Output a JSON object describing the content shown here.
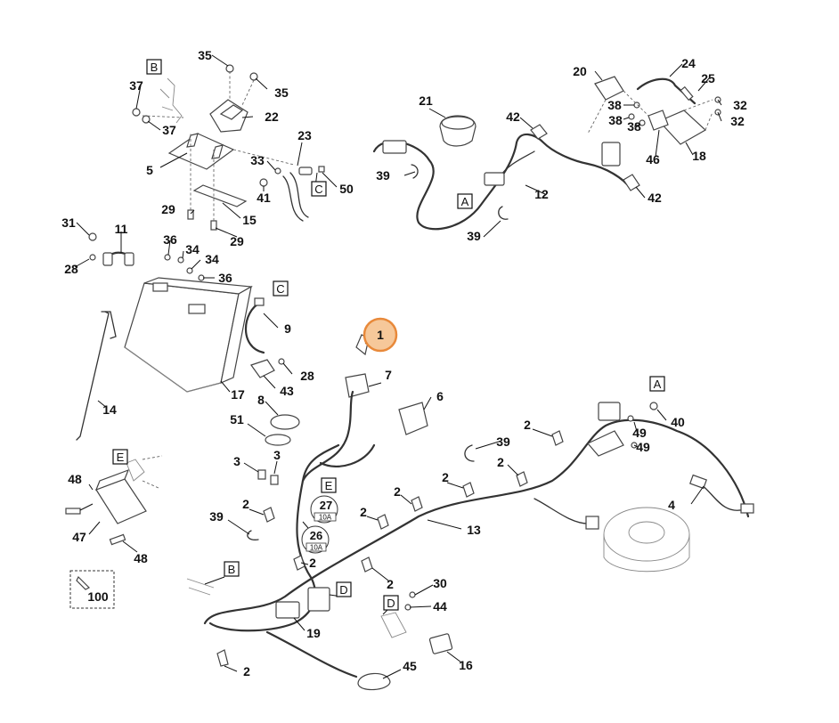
{
  "callouts": {
    "n1": "1",
    "n2": "2",
    "n3": "3",
    "n4": "4",
    "n5": "5",
    "n6": "6",
    "n7": "7",
    "n8": "8",
    "n9": "9",
    "n11": "11",
    "n12": "12",
    "n13": "13",
    "n14": "14",
    "n15": "15",
    "n16": "16",
    "n17": "17",
    "n18": "18",
    "n19": "19",
    "n20": "20",
    "n21": "21",
    "n22": "22",
    "n23": "23",
    "n24": "24",
    "n25": "25",
    "n26": "26",
    "n27": "27",
    "n28": "28",
    "n29": "29",
    "n30": "30",
    "n31": "31",
    "n32": "32",
    "n33": "33",
    "n34": "34",
    "n35": "35",
    "n36": "36",
    "n37": "37",
    "n38": "38",
    "n39": "39",
    "n40": "40",
    "n41": "41",
    "n42": "42",
    "n43": "43",
    "n44": "44",
    "n45": "45",
    "n46": "46",
    "n47": "47",
    "n48": "48",
    "n49": "49",
    "n50": "50",
    "n51": "51",
    "n100": "100"
  },
  "reference_letters": {
    "a": "A",
    "b": "B",
    "c": "C",
    "d": "D",
    "e": "E"
  },
  "fuse_ratings": {
    "f27": "10A",
    "f26": "10A"
  },
  "highlight": {
    "part": "1",
    "fill": "#f6c89a",
    "stroke": "#e8893a"
  },
  "colors": {
    "line": "#333333",
    "background": "#ffffff",
    "label": "#111111"
  }
}
